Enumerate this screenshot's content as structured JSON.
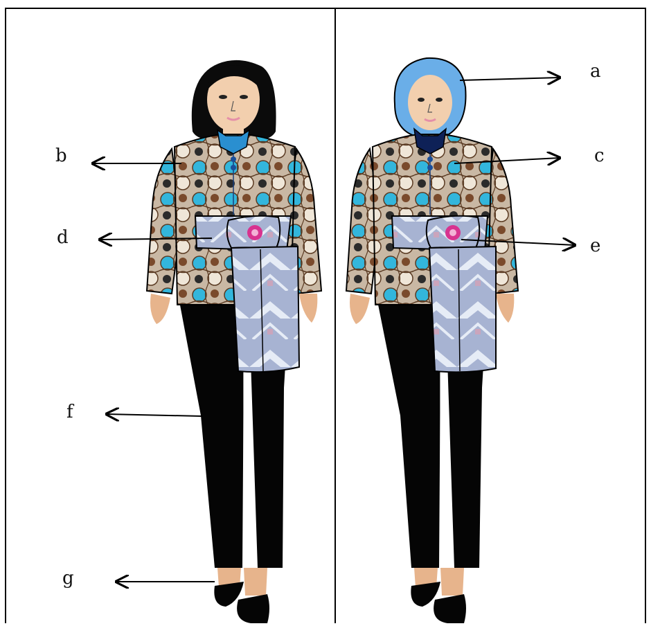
{
  "labels": {
    "a": "a",
    "b": "b",
    "c": "c",
    "d": "d",
    "e": "e",
    "f": "f",
    "g": "g"
  },
  "colors": {
    "hair": "#0b0b0b",
    "skin": "#f2cfae",
    "hand": "#e7b48c",
    "hijab": "#6aaee8",
    "collar_left": "#2a8fd0",
    "collar_right": "#0e2157",
    "batik_base": "#c9b8a4",
    "batik_cyan": "#33b6dc",
    "batik_brown": "#7a4a2c",
    "sash": "#a7b3d2",
    "sash_light": "#e6ecf6",
    "flower": "#d8338f",
    "trousers": "#050505",
    "border": "#000000"
  }
}
